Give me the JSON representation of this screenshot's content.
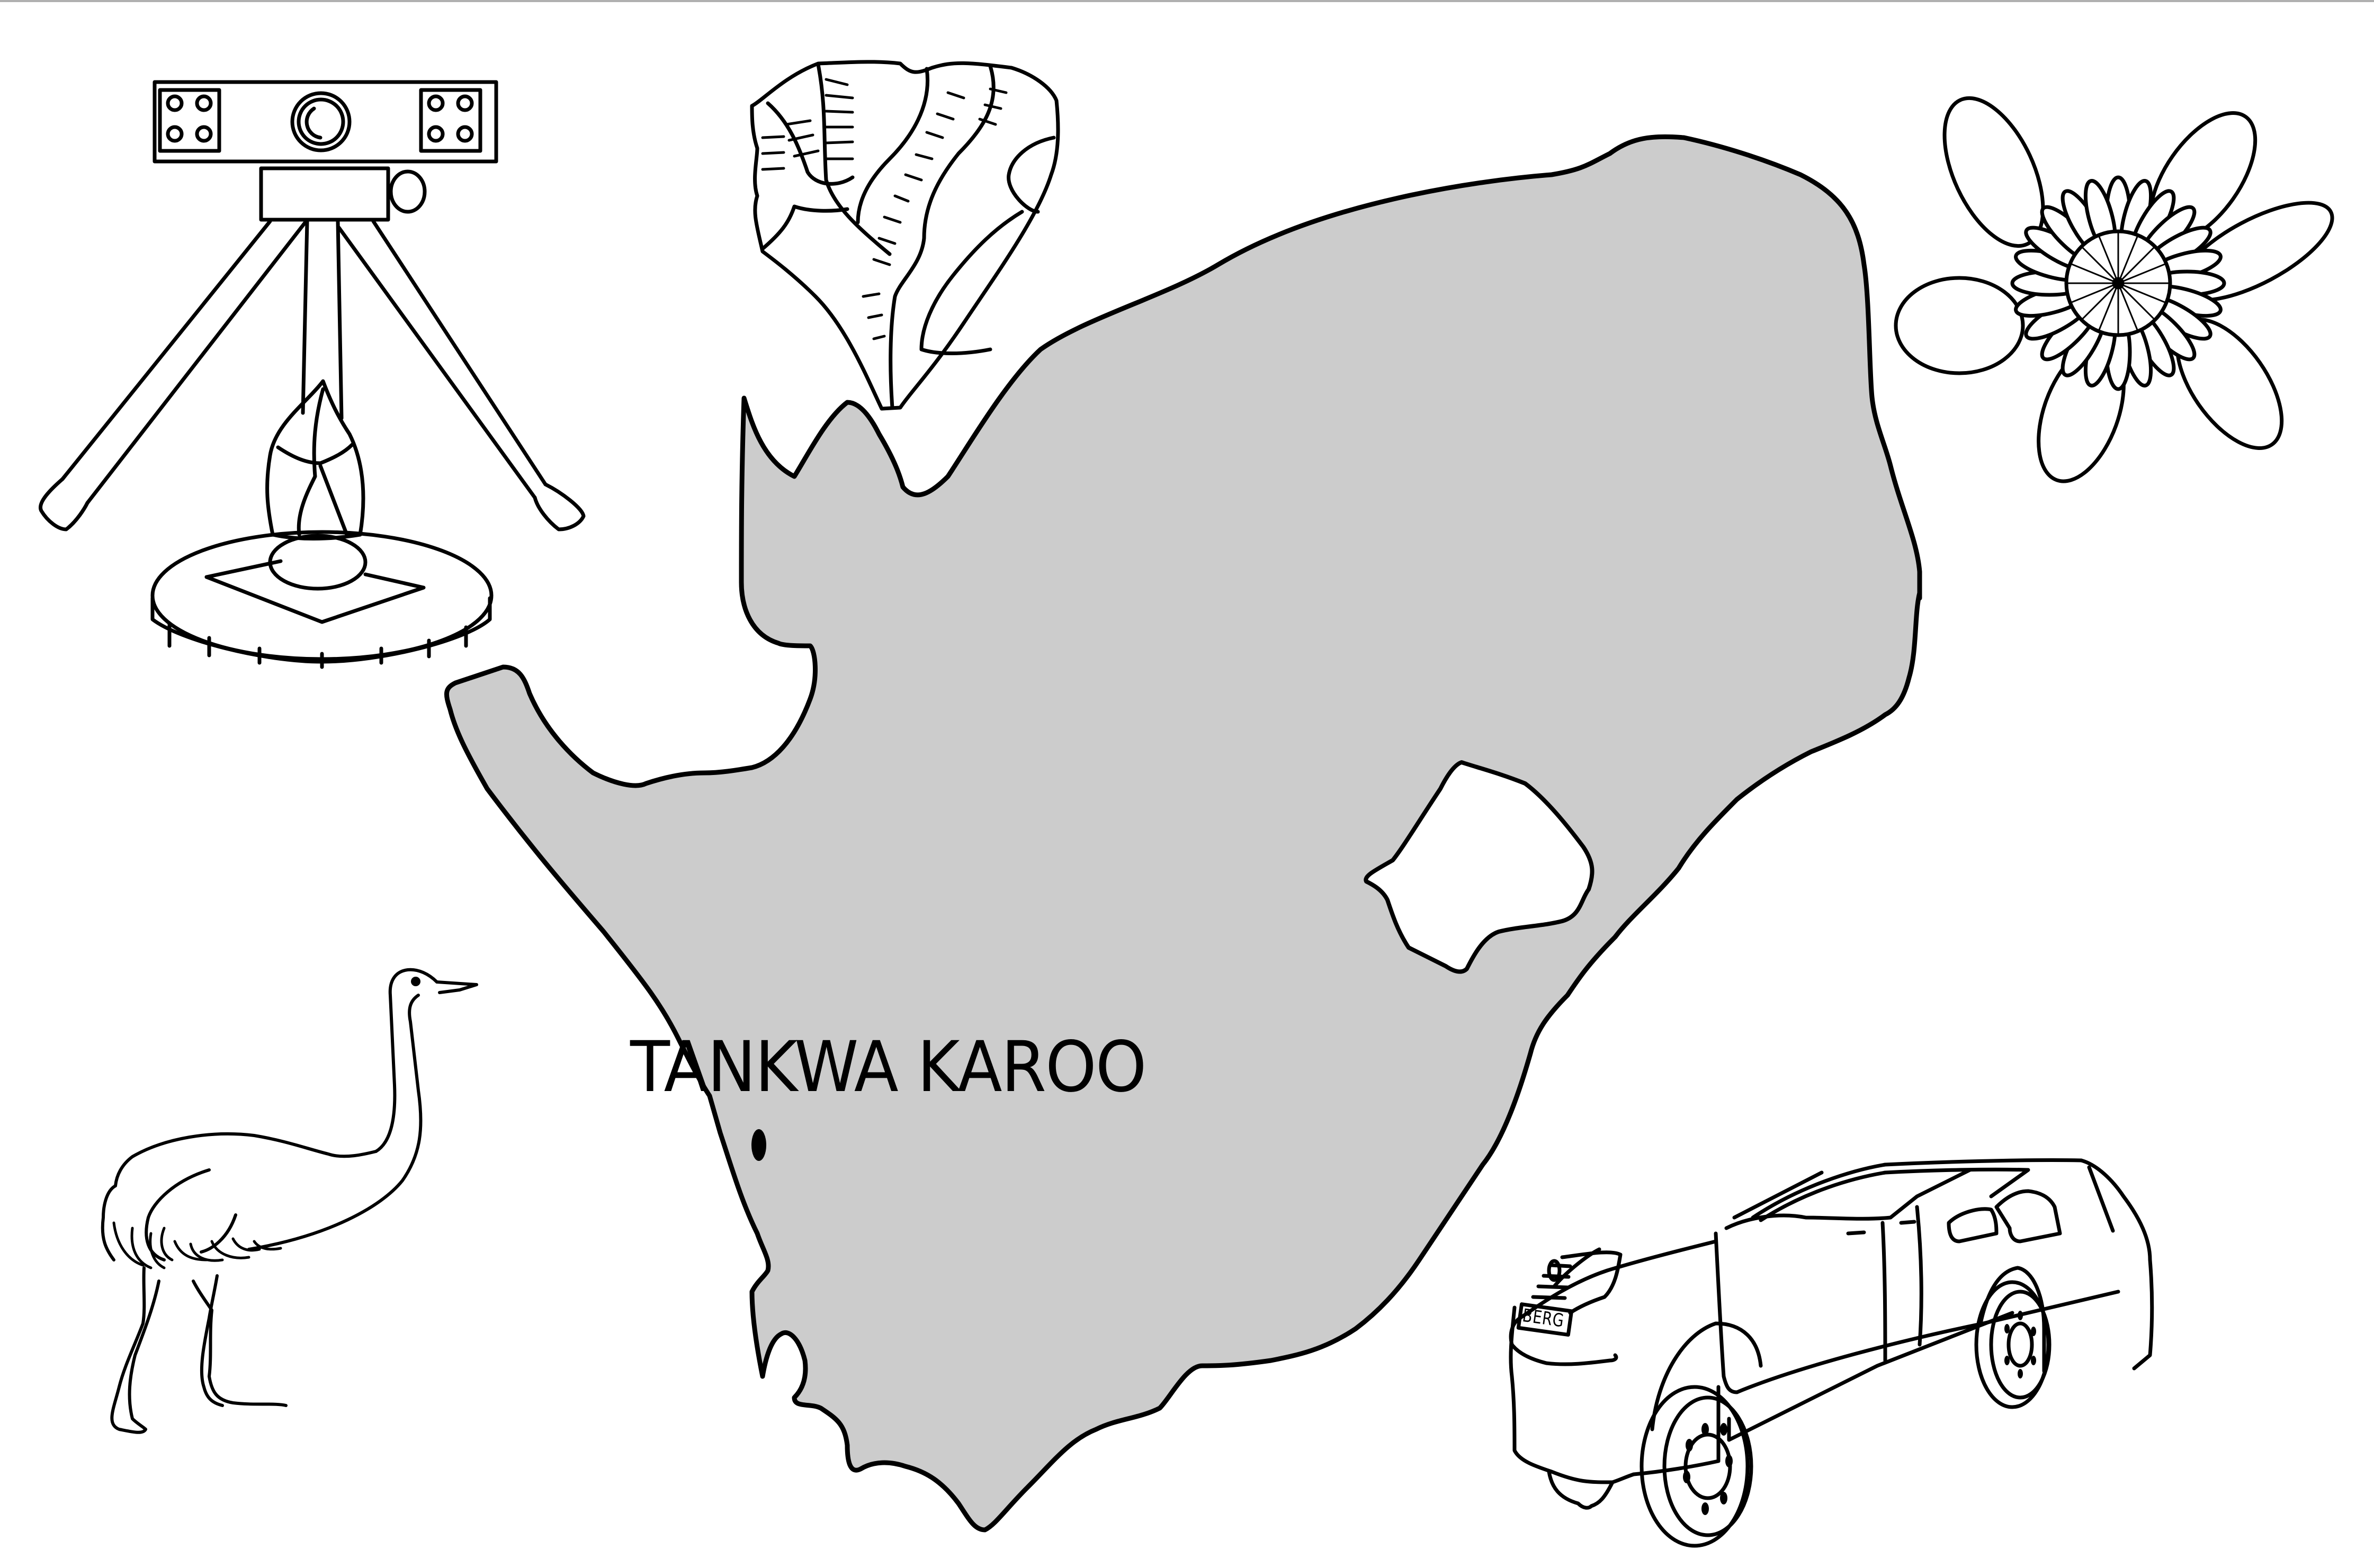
{
  "map": {
    "region": "South Africa",
    "fill_color": "#cccccc",
    "outline_color": "#000000",
    "background_color": "#ffffff",
    "enclave": "Lesotho",
    "marker": {
      "label": "TANKWA KAROO",
      "symbol": "filled-circle"
    }
  },
  "illustrations": [
    {
      "id": "tripod-scanner",
      "position": "top-left",
      "description": "3D scanner on tripod over artifact on turntable"
    },
    {
      "id": "stone-hand-axe",
      "position": "top-center",
      "description": "knapped stone hand axe"
    },
    {
      "id": "daisy-flower",
      "position": "top-right",
      "description": "flower with petals"
    },
    {
      "id": "ostrich",
      "position": "bottom-left",
      "description": "ostrich"
    },
    {
      "id": "pickup-truck",
      "position": "bottom-right",
      "description": "double-cab pickup truck",
      "plate_text": "BERG"
    }
  ]
}
